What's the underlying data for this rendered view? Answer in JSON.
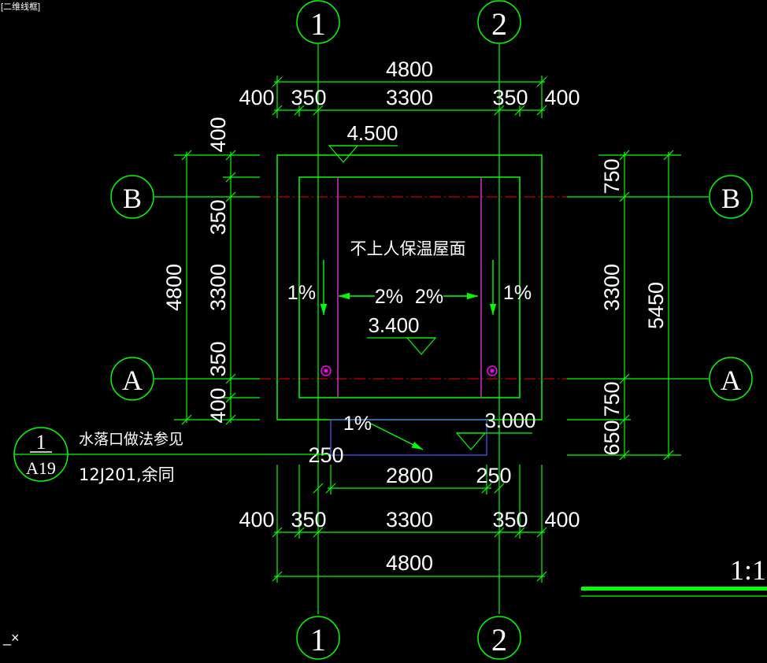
{
  "viewport_label": "[二维线框]",
  "drawing": {
    "grid_axes": {
      "col1": "1",
      "col2": "2",
      "rowA": "A",
      "rowB": "B"
    },
    "dims_top": {
      "overall": "4800",
      "left_overhang": "400",
      "left_wall": "350",
      "span": "3300",
      "right_wall": "350",
      "right_overhang": "400"
    },
    "dims_bottom": {
      "overall": "4800",
      "left_overhang": "400",
      "left_wall": "350",
      "span": "3300",
      "right_wall": "350",
      "right_overhang": "400",
      "gutter_left": "250",
      "gutter_mid": "2800",
      "gutter_right": "250"
    },
    "dims_left": {
      "overall": "4800",
      "top": "400",
      "upper_wall": "350",
      "span": "3300",
      "lower_wall": "350",
      "bottom": "400"
    },
    "dims_right": {
      "overall": "5450",
      "top": "750",
      "span": "3300",
      "bottom": "750",
      "gutter": "650"
    },
    "elevations": {
      "parapet": "4.500",
      "roof": "3.400",
      "gutter": "3.000"
    },
    "roof_label": "不上人保温屋面",
    "slopes": {
      "left_down": "1%",
      "right_down": "1%",
      "left_arrow": "2%",
      "right_arrow": "2%",
      "gutter": "1%"
    },
    "detail_ref": {
      "number": "1",
      "sheet": "A19",
      "note_line1": "水落口做法参见",
      "note_line2": "12J201,余同"
    },
    "scale": "1:1"
  },
  "colors": {
    "background": "#000000",
    "dimension": "#00ff00",
    "outline": "#00ff00",
    "text": "#ffffff",
    "axis": "#ff0000",
    "ridge": "#cc33cc",
    "drain": "#ff00ff",
    "gutter_outline": "#5555ff"
  }
}
